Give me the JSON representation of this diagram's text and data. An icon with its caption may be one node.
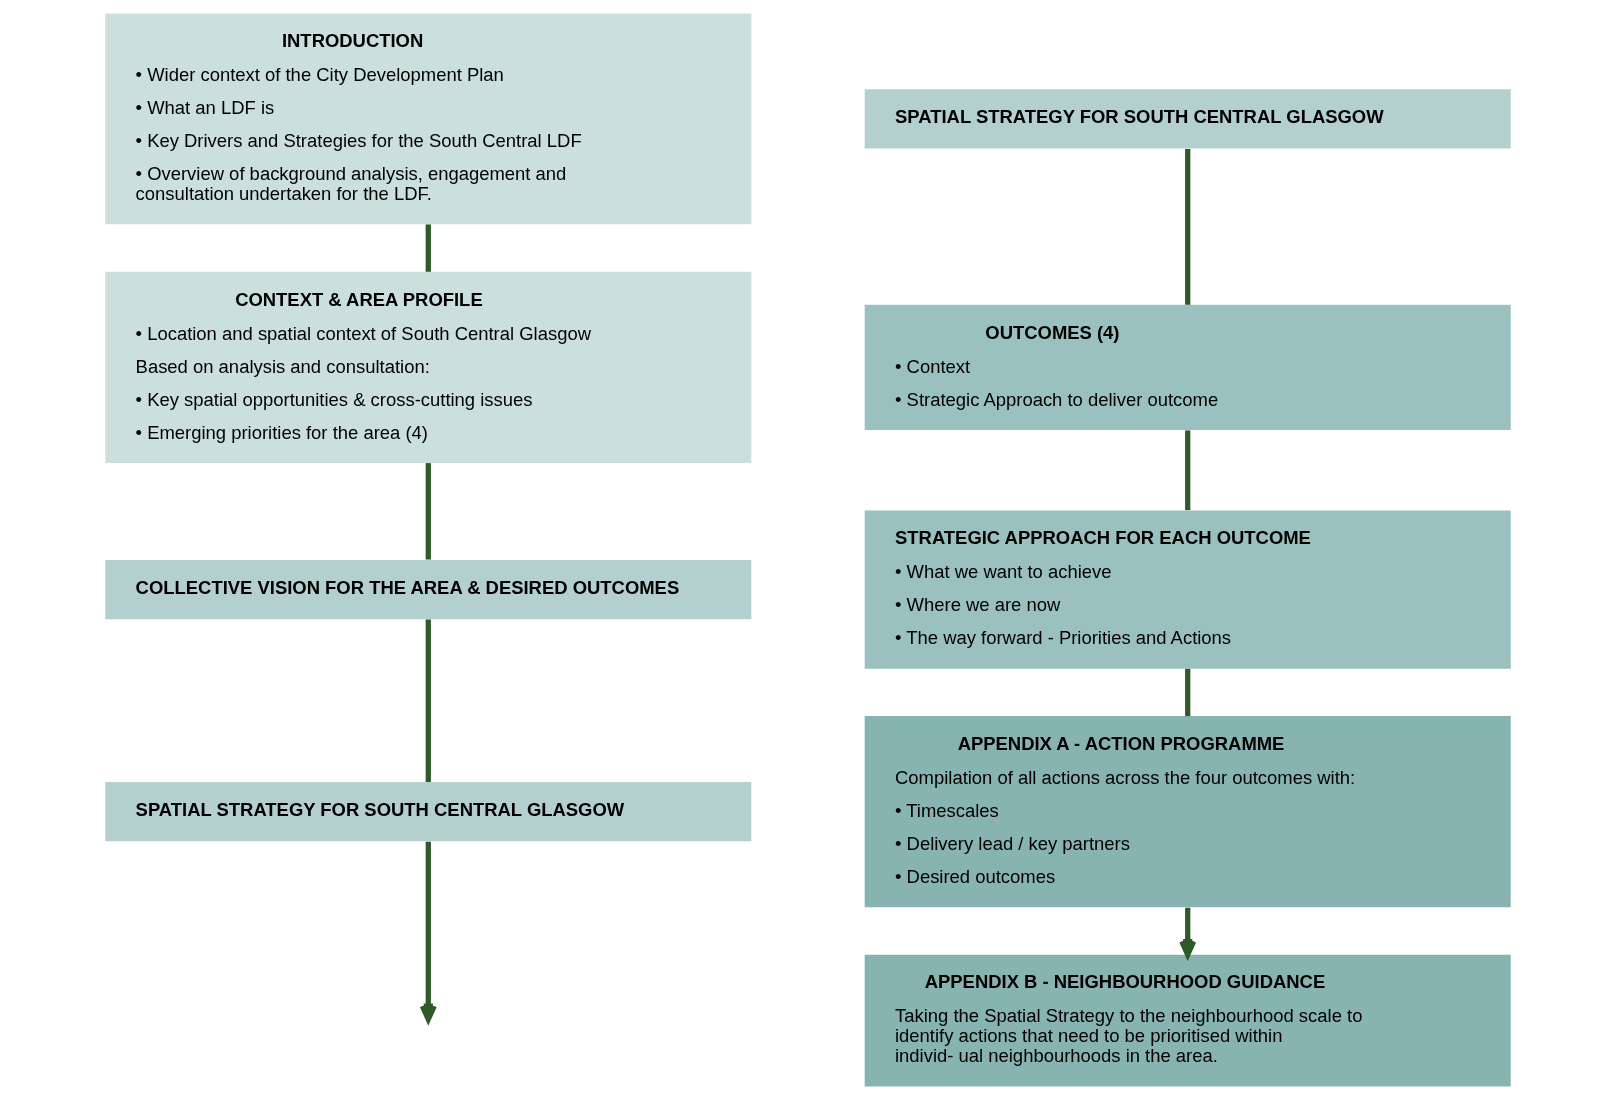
{
  "diagram": {
    "nodes": [
      {
        "text": [
          "INTRODUCTION",
          "• Wider context of the City Development Plan",
          "• What an LDF is",
          "• Key Drivers and Strategies for the South Central LDF",
          "• Overview of background analysis, engagement and consultation undertaken for the LDF."
        ]
      },
      {
        "text": [
          "CONTEXT & AREA PROFILE",
          "• Location and spatial context of South Central Glasgow",
          "Based on analysis and consultation:",
          "• Key spatial opportunities & cross-cutting issues",
          "• Emerging priorities for the area (4)"
        ]
      },
      {
        "text": [
          "COLLECTIVE VISION FOR THE AREA & DESIRED OUTCOMES"
        ]
      },
      {
        "text": [
          "SPATIAL STRATEGY FOR SOUTH CENTRAL GLASGOW"
        ]
      },
      {
        "text": [
          "SPATIAL STRATEGY FOR SOUTH CENTRAL GLASGOW"
        ]
      },
      {
        "text": [
          "OUTCOMES (4)",
          "• Context",
          "• Strategic Approach to deliver outcome"
        ]
      },
      {
        "text": [
          "STRATEGIC APPROACH FOR EACH OUTCOME",
          "• What we want to achieve",
          "• Where we are now",
          "• The way forward - Priorities and Actions"
        ]
      },
      {
        "text": [
          "APPENDIX A - ACTION PROGRAMME",
          "Compilation of all actions across the four outcomes with:",
          "• Timescales",
          "• Delivery lead / key partners",
          "• Desired outcomes"
        ]
      },
      {
        "text": [
          "APPENDIX B - NEIGHBOURHOOD GUIDANCE",
          "Taking the Spatial Strategy to the neighbourhood scale to identify actions that need to be prioritised within individ- ual neighbourhoods in the area."
        ]
      }
    ],
    "edges": [
      {
        "from": 0,
        "to": 1,
        "arrow": "none"
      },
      {
        "from": 1,
        "to": 2,
        "arrow": "none"
      },
      {
        "from": 2,
        "to": 3,
        "arrow": "none"
      },
      {
        "from": 3,
        "to": null,
        "arrow": "to"
      },
      {
        "from": 4,
        "to": 5,
        "arrow": "none"
      },
      {
        "from": 5,
        "to": 6,
        "arrow": "none"
      },
      {
        "from": 6,
        "to": 7,
        "arrow": "none"
      },
      {
        "from": 7,
        "to": 8,
        "arrow": "to"
      }
    ]
  }
}
